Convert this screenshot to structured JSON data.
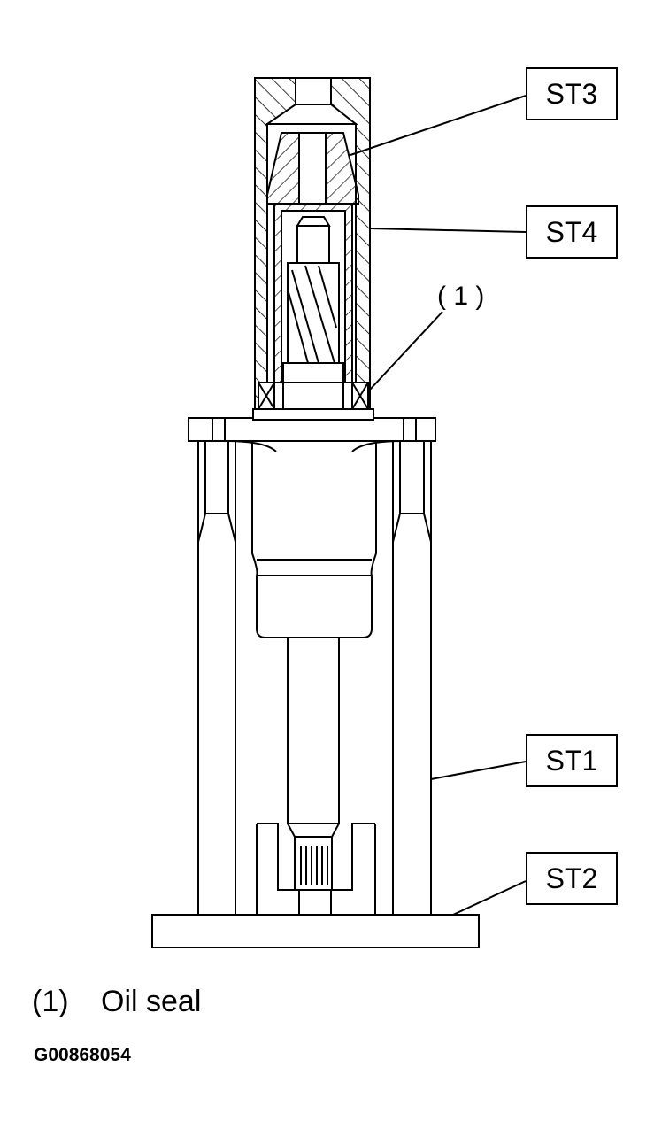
{
  "labels": {
    "st3": "ST3",
    "st4": "ST4",
    "st1": "ST1",
    "st2": "ST2",
    "callout_1": "( 1 )"
  },
  "legend": {
    "number": "(1)",
    "text": "Oil seal"
  },
  "figure_id": "G00868054"
}
